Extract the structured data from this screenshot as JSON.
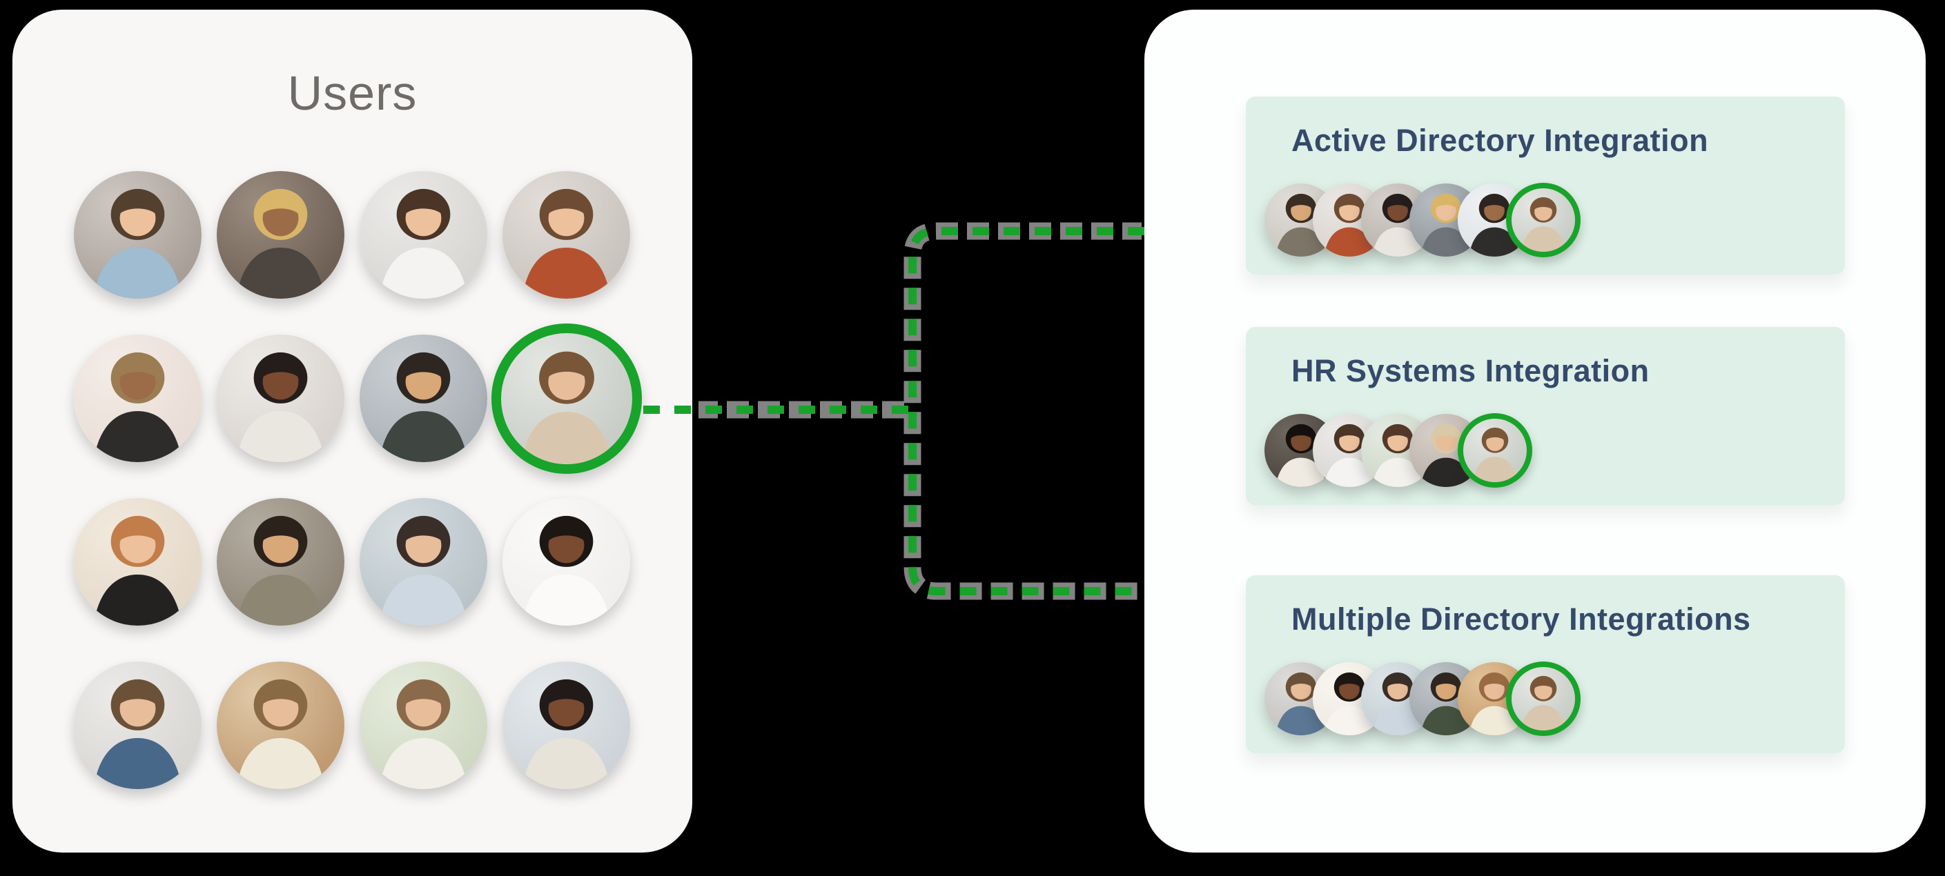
{
  "accent_green": "#18a32b",
  "connector": {
    "style": "dashed",
    "color": "#18a32b",
    "halo_color": "#8e8e8e"
  },
  "left_panel": {
    "title": "Users",
    "title_color": "#6f6b68",
    "background": "#f8f7f6",
    "users": [
      {
        "name": "woman-curly-hair-blue-scarf-phone",
        "bg": "#a89f98",
        "bg2": "#cfc8c2",
        "hair": "#54402f",
        "skin": "#ecc19c",
        "shirt": "#9fbcd1"
      },
      {
        "name": "woman-blonde-afro-phone-teal-laptop",
        "bg": "#6f6055",
        "bg2": "#9b8c80",
        "hair": "#d9b56a",
        "skin": "#9c6b48",
        "shirt": "#4d453f"
      },
      {
        "name": "man-headset-white-shirt-smiling",
        "bg": "#d8d6d3",
        "bg2": "#eceae8",
        "hair": "#4a3526",
        "skin": "#ecc19c",
        "shirt": "#f4f3f1"
      },
      {
        "name": "woman-long-hair-rust-sweater-laptop",
        "bg": "#c9c3bd",
        "bg2": "#e2ddd8",
        "hair": "#6e4c33",
        "skin": "#ecc19c",
        "shirt": "#b5512f"
      },
      {
        "name": "woman-afro-headset-black-blazer-laptop",
        "bg": "#e9ddd6",
        "bg2": "#f4ece7",
        "hair": "#9c7c52",
        "skin": "#9c6b48",
        "shirt": "#2e2c2a"
      },
      {
        "name": "woman-dark-curly-white-blazer",
        "bg": "#d9d4cf",
        "bg2": "#edeae6",
        "hair": "#241d1b",
        "skin": "#7a4b30",
        "shirt": "#eae7e1"
      },
      {
        "name": "man-beard-headset-dark-sweater-smiling",
        "bg": "#a9b0b5",
        "bg2": "#c9ced2",
        "hair": "#2e2620",
        "skin": "#d9a878",
        "shirt": "#3f4540"
      },
      {
        "name": "woman-beige-top-reading",
        "bg": "#c9cdc7",
        "bg2": "#e4e7e1",
        "hair": "#7a5639",
        "skin": "#e8bd9a",
        "shirt": "#d9c6ae",
        "highlighted": true
      },
      {
        "name": "woman-red-hair-glasses-black-top",
        "bg": "#e5d9c9",
        "bg2": "#f1e9dd",
        "hair": "#c27d4a",
        "skin": "#ecc19c",
        "shirt": "#242221"
      },
      {
        "name": "man-glasses-beard-writing-desk",
        "bg": "#8f8678",
        "bg2": "#b3aca0",
        "hair": "#2b221c",
        "skin": "#d9a878",
        "shirt": "#8d8672"
      },
      {
        "name": "woman-headset-light-blue-shirt-smiling",
        "bg": "#b9c4c9",
        "bg2": "#d6dde0",
        "hair": "#3a2e28",
        "skin": "#e8bd9a",
        "shirt": "#cdd8e2"
      },
      {
        "name": "man-white-shirt-thinking",
        "bg": "#f0efed",
        "bg2": "#faf9f8",
        "hair": "#1d1713",
        "skin": "#7a4b30",
        "shirt": "#fbfaf8"
      },
      {
        "name": "man-headset-denim-shirt",
        "bg": "#d9d7d4",
        "bg2": "#ebeae8",
        "hair": "#6b5137",
        "skin": "#e8bd9a",
        "shirt": "#48688a"
      },
      {
        "name": "man-beard-cream-shirt-phone",
        "bg": "#c09a71",
        "bg2": "#e0c9a8",
        "hair": "#8a6a45",
        "skin": "#e8bd9a",
        "shirt": "#efe9da"
      },
      {
        "name": "woman-ponytail-glasses-white-blazer-phone",
        "bg": "#cfd8c3",
        "bg2": "#e5ebdc",
        "hair": "#8a6a4a",
        "skin": "#e8bd9a",
        "shirt": "#f1efe8"
      },
      {
        "name": "woman-curly-bob-cream-blazer",
        "bg": "#cdd3d8",
        "bg2": "#e4e8eb",
        "hair": "#211a18",
        "skin": "#7a4b30",
        "shirt": "#e8e3d8"
      }
    ]
  },
  "right_panel": {
    "background": "#fdfefe",
    "cards": [
      {
        "title": "Active Directory Integration",
        "title_color": "#35496b",
        "background": "#def0e7",
        "avatars": [
          {
            "name": "man-glasses-gray-shirt-desk",
            "bg": "#c9c5bf",
            "bg2": "#e0ddd8",
            "hair": "#3a2d24",
            "skin": "#d9a878",
            "shirt": "#7d7668"
          },
          {
            "name": "woman-long-hair-rust-sweater",
            "bg": "#d8d3ce",
            "bg2": "#eae6e2",
            "hair": "#6e4c33",
            "skin": "#ecc19c",
            "shirt": "#b5512f"
          },
          {
            "name": "woman-afro-white-jacket",
            "bg": "#b7b1ab",
            "bg2": "#d5d0cb",
            "hair": "#241d1b",
            "skin": "#7a4b30",
            "shirt": "#e9e6e0"
          },
          {
            "name": "woman-short-blonde-gray-blazer",
            "bg": "#8f969b",
            "bg2": "#b6bcc0",
            "hair": "#d9b568",
            "skin": "#ecc19c",
            "shirt": "#6e747a"
          },
          {
            "name": "woman-curly-headset-black-blazer-laptop",
            "bg": "#dfe3e6",
            "bg2": "#eef0f2",
            "hair": "#2c2420",
            "skin": "#9c6b48",
            "shirt": "#2f2d2b"
          },
          {
            "name": "woman-beige-top-reading",
            "bg": "#c9cdc7",
            "bg2": "#e4e7e1",
            "hair": "#7a5639",
            "skin": "#e8bd9a",
            "shirt": "#d9c6ae",
            "highlighted": true
          }
        ]
      },
      {
        "title": "HR Systems Integration",
        "title_color": "#35496b",
        "background": "#def0e7",
        "avatars": [
          {
            "name": "man-white-shirt-dark-room",
            "bg": "#4a443e",
            "bg2": "#6e675f",
            "hair": "#15100d",
            "skin": "#7a4b30",
            "shirt": "#efeae2"
          },
          {
            "name": "man-headset-white-shirt-smiling",
            "bg": "#d7d5d2",
            "bg2": "#ebeae8",
            "hair": "#4a3526",
            "skin": "#ecc19c",
            "shirt": "#f4f3f1"
          },
          {
            "name": "woman-glasses-white-blouse-phone",
            "bg": "#cdd6c8",
            "bg2": "#e4eae0",
            "hair": "#54392a",
            "skin": "#ecc19c",
            "shirt": "#f3f1ec"
          },
          {
            "name": "woman-short-blonde-glasses-black-top",
            "bg": "#b7aea6",
            "bg2": "#d6cfc9",
            "hair": "#d9c9a8",
            "skin": "#e8bd9a",
            "shirt": "#2a2826"
          },
          {
            "name": "woman-beige-top-reading",
            "bg": "#c9cdc7",
            "bg2": "#e4e7e1",
            "hair": "#7a5639",
            "skin": "#e8bd9a",
            "shirt": "#d9c6ae",
            "highlighted": true
          }
        ]
      },
      {
        "title": "Multiple Directory Integrations",
        "title_color": "#35496b",
        "background": "#def0e7",
        "avatars": [
          {
            "name": "man-headset-glasses-denim-shirt",
            "bg": "#c3c1be",
            "bg2": "#dddcda",
            "hair": "#6b5137",
            "skin": "#e8bd9a",
            "shirt": "#5b7794"
          },
          {
            "name": "man-white-tee-smiling-watch",
            "bg": "#efe9e1",
            "bg2": "#f8f5f0",
            "hair": "#1d1713",
            "skin": "#7a4b30",
            "shirt": "#f7f4ef"
          },
          {
            "name": "woman-light-blue-shirt-smiling",
            "bg": "#c2cdd2",
            "bg2": "#dde4e8",
            "hair": "#3a2e28",
            "skin": "#e8bd9a",
            "shirt": "#ccd7e0"
          },
          {
            "name": "man-beard-headset-dark-green-sweater",
            "bg": "#9aa1a6",
            "bg2": "#c0c5c9",
            "hair": "#2e2620",
            "skin": "#d9a878",
            "shirt": "#44523f"
          },
          {
            "name": "man-red-beard-cream-shirt-phone",
            "bg": "#c59a66",
            "bg2": "#e1c29a",
            "hair": "#9a6b42",
            "skin": "#e8bd9a",
            "shirt": "#f0ead9"
          },
          {
            "name": "woman-beige-top-reading",
            "bg": "#c9cdc7",
            "bg2": "#e4e7e1",
            "hair": "#7a5639",
            "skin": "#e8bd9a",
            "shirt": "#d9c6ae",
            "highlighted": true
          }
        ]
      }
    ]
  }
}
